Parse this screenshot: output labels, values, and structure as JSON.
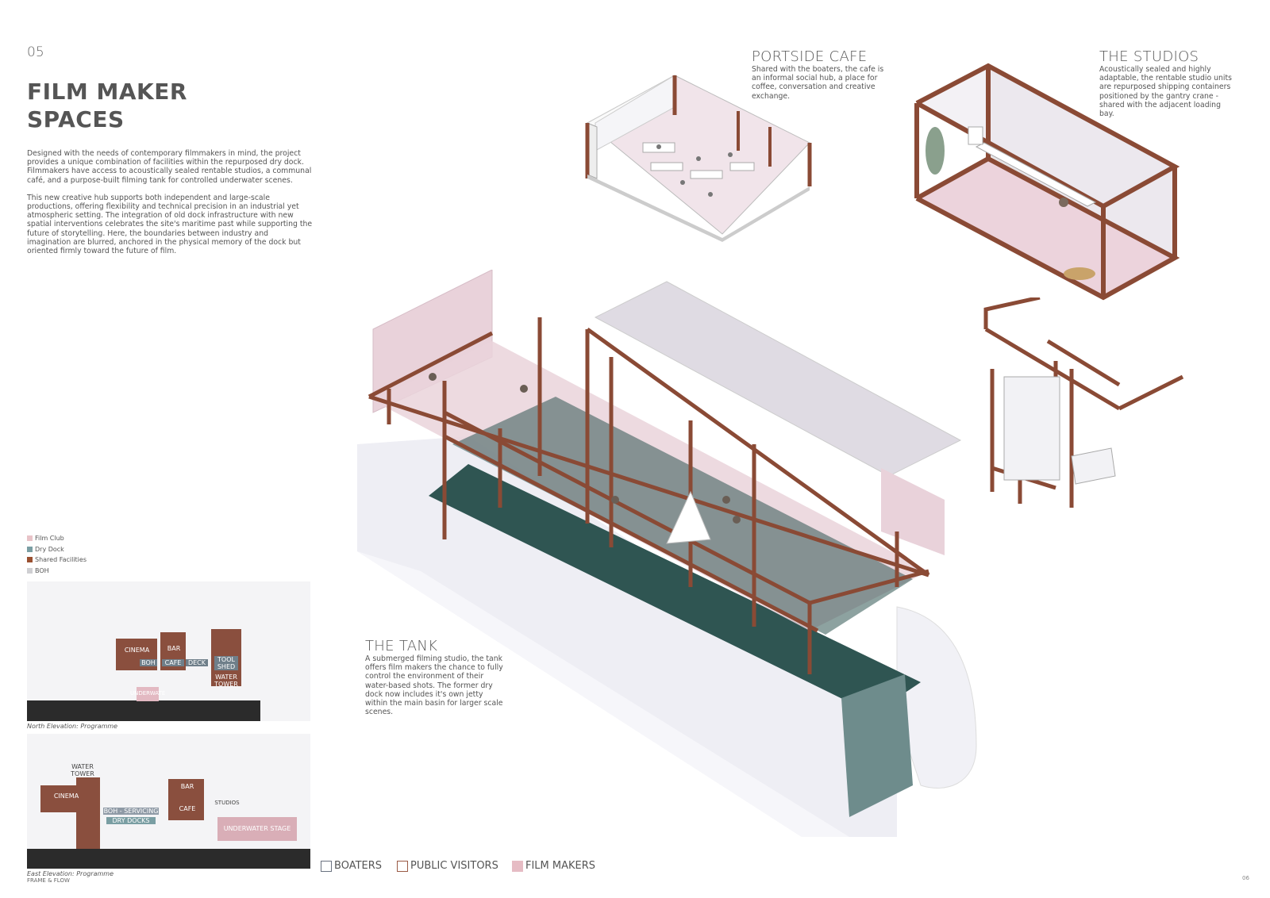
{
  "page": {
    "number": "05",
    "title_line1": "FILM MAKER",
    "title_line2": "SPACES",
    "intro_paragraphs": [
      "Designed with the needs of contemporary filmmakers in mind, the project provides a unique combination of facilities within the repurposed dry dock. Filmmakers have access to acoustically sealed rentable studios, a communal café, and a purpose-built filming tank for controlled underwater scenes.",
      "This new creative hub supports both independent and large-scale productions, offering flexibility and technical precision in an industrial yet atmospheric setting. The integration of old dock infrastructure with new spatial interventions celebrates the site's maritime past while supporting the future of storytelling. Here, the boundaries between industry and imagination are blurred, anchored in the physical memory of the dock but oriented firmly toward the future of film."
    ],
    "footer_left": "FRAME & FLOW",
    "footer_page": "06"
  },
  "sections": {
    "cafe": {
      "title": "PORTSIDE CAFE",
      "body": "Shared with the boaters, the cafe is an informal social hub, a place for coffee, conversation and creative exchange."
    },
    "studios": {
      "title": "THE STUDIOS",
      "body": "Acoustically sealed and highly adaptable, the rentable studio units are repurposed shipping containers positioned by the gantry crane - shared with the adjacent loading bay."
    },
    "tank": {
      "title": "THE TANK",
      "body": "A submerged filming studio, the tank offers film makers the chance to fully control the environment of their water-based shots. The former dry dock now includes it's own jetty within the main basin for larger scale scenes."
    }
  },
  "programme_legend": [
    {
      "label": "Film Club",
      "color": "#e8c3c8"
    },
    {
      "label": "Dry Dock",
      "color": "#7a9ea3"
    },
    {
      "label": "Shared Facilities",
      "color": "#9a5030"
    },
    {
      "label": "BOH",
      "color": "#cfcfd2"
    }
  ],
  "north_elevation": {
    "caption": "North Elevation: Programme",
    "labels": [
      "CINEMA",
      "BAR",
      "BOH",
      "CAFE",
      "DECK",
      "TOOL SHED",
      "WATER TOWER",
      "UNDERWATER"
    ]
  },
  "east_elevation": {
    "caption": "East Elevation: Programme",
    "labels": [
      "WATER TOWER",
      "CINEMA",
      "BAR",
      "BOH - SERVICING",
      "CAFE",
      "DRY DOCKS",
      "STUDIOS",
      "UNDERWATER STAGE"
    ]
  },
  "user_key": [
    {
      "label": "BOATERS",
      "border": "#6a7280",
      "fill": "#ffffff"
    },
    {
      "label": "PUBLIC VISITORS",
      "border": "#9a5a45",
      "fill": "#ffffff"
    },
    {
      "label": "FILM MAKERS",
      "border": "#e6bcc4",
      "fill": "#e6bcc4"
    }
  ],
  "colors": {
    "timber": "#8a4a35",
    "pink": "#ead3da",
    "water": "#2f5552",
    "concrete": "#eeeef3"
  }
}
